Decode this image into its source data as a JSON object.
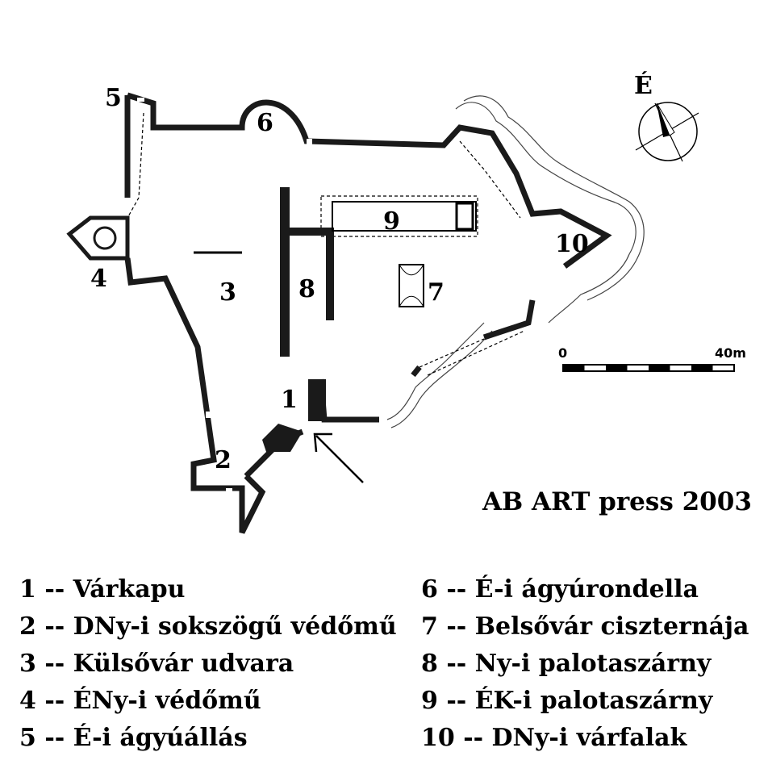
{
  "north_label": "É",
  "scale": {
    "start": "0",
    "end": "40m"
  },
  "credit": "AB ART press 2003",
  "map_numbers": [
    "1",
    "2",
    "3",
    "4",
    "5",
    "6",
    "7",
    "8",
    "9",
    "10"
  ],
  "legend_left": [
    "1 -- Várkapu",
    "2 -- DNy-i sokszögű védőmű",
    "3 -- Külsővár udvara",
    "4 -- ÉNy-i védőmű",
    "5 -- É-i ágyúállás"
  ],
  "legend_right": [
    "6 -- É-i ágyúrondella",
    "7 -- Belsővár ciszternája",
    "8 -- Ny-i palotaszárny",
    "9 -- ÉK-i palotaszárny",
    "10 -- DNy-i várfalak"
  ],
  "colors": {
    "wall": "#1a1a1a",
    "background": "#ffffff"
  }
}
